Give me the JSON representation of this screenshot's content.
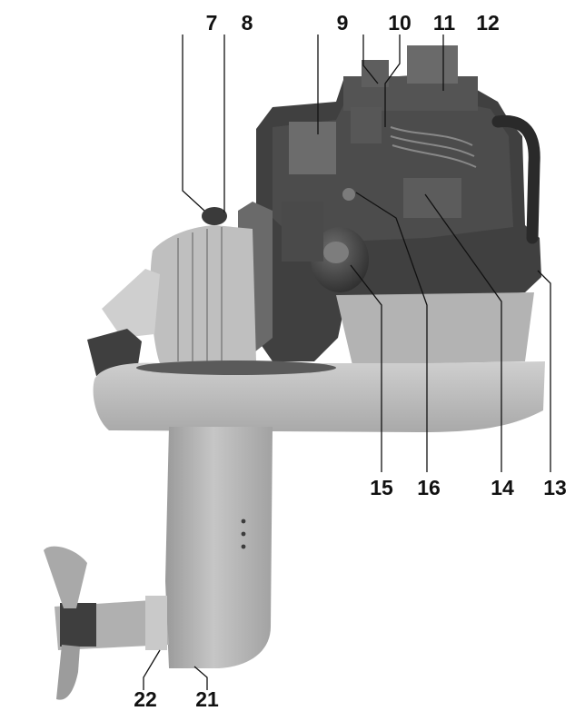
{
  "figure": {
    "subject_icon": "engine-saildrive-icon",
    "colors": {
      "engine_dark": "#3a3a3a",
      "engine_mid": "#5a5a5a",
      "casting_light": "#bdbdbd",
      "casting_mid": "#a7a7a7",
      "leader_line": "#111111"
    },
    "callouts": {
      "c7": "7",
      "c8": "8",
      "c9": "9",
      "c10": "10",
      "c11": "11",
      "c12": "12",
      "c13": "13",
      "c14": "14",
      "c15": "15",
      "c16": "16",
      "c21": "21",
      "c22": "22"
    }
  }
}
